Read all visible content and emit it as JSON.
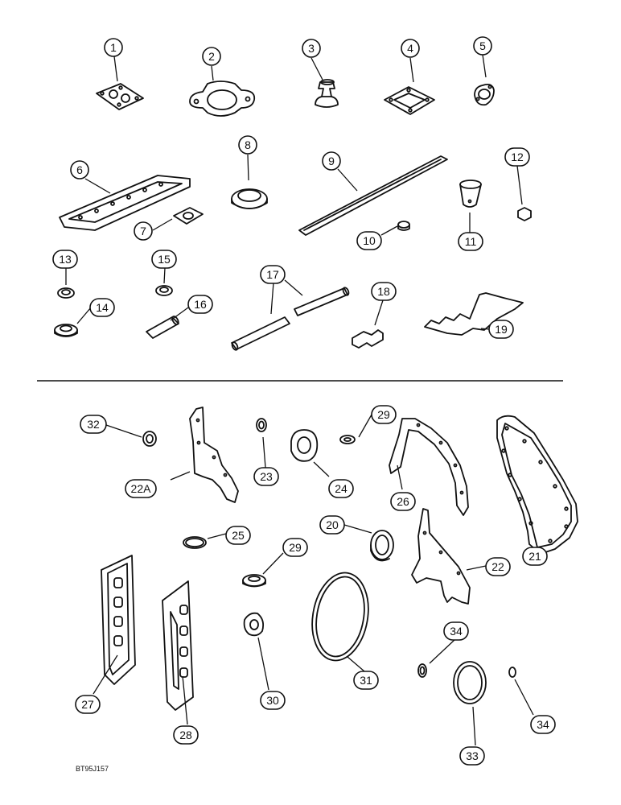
{
  "figure_code": "BT95J157",
  "callouts": {
    "c1": "1",
    "c2": "2",
    "c3": "3",
    "c4": "4",
    "c5": "5",
    "c6": "6",
    "c7": "7",
    "c8": "8",
    "c9": "9",
    "c10": "10",
    "c11": "11",
    "c12": "12",
    "c13": "13",
    "c14": "14",
    "c15": "15",
    "c16": "16",
    "c17": "17",
    "c18": "18",
    "c19": "19",
    "c20": "20",
    "c21": "21",
    "c22": "22",
    "c22a": "22A",
    "c23": "23",
    "c24": "24",
    "c25": "25",
    "c26": "26",
    "c27": "27",
    "c28": "28",
    "c29a": "29",
    "c29b": "29",
    "c30": "30",
    "c31": "31",
    "c32": "32",
    "c33": "33",
    "c34a": "34",
    "c34b": "34"
  }
}
